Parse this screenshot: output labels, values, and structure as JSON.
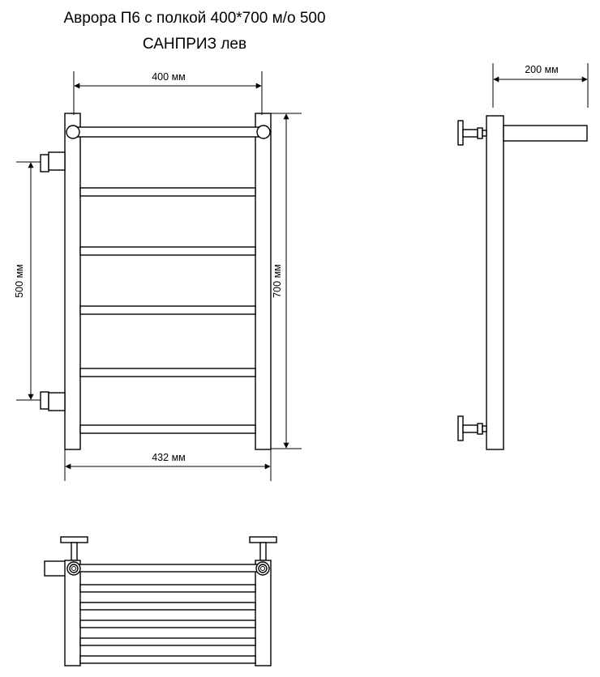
{
  "title": {
    "line1": "Аврора П6 с полкой 400*700 м/о 500",
    "line2": "САНПРИЗ лев"
  },
  "dimensions": {
    "top_width": "400 мм",
    "bottom_width": "432 мм",
    "height": "700 мм",
    "center_distance": "500 мм",
    "depth": "200 мм"
  },
  "colors": {
    "line": "#000000",
    "background": "#ffffff"
  }
}
